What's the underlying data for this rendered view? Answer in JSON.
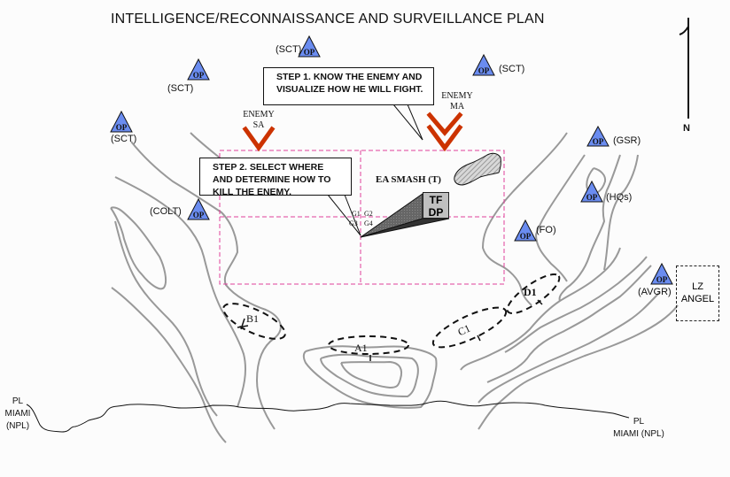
{
  "title": "INTELLIGENCE/RECONNAISSANCE AND SURVEILLANCE PLAN",
  "north_arrow": {
    "label": "N"
  },
  "colors": {
    "op_fill": "#6a8cf0",
    "enemy_chevron": "#cc3300",
    "phase_line": "#d81b8f",
    "terrain": "#999999",
    "tf_dp_fill": "#c0c0c0"
  },
  "observation_posts": [
    {
      "symbol": "OP",
      "label": "(SCT)",
      "position": "top-center"
    },
    {
      "symbol": "OP",
      "label": "(SCT)",
      "position": "upper-left"
    },
    {
      "symbol": "OP",
      "label": "(SCT)",
      "position": "far-left"
    },
    {
      "symbol": "OP",
      "label": "(SCT)",
      "position": "upper-right"
    },
    {
      "symbol": "OP",
      "label": "(GSR)",
      "position": "right"
    },
    {
      "symbol": "OP",
      "label": "(HQs)",
      "position": "right"
    },
    {
      "symbol": "OP",
      "label": "(FO)",
      "position": "right-center"
    },
    {
      "symbol": "OP",
      "label": "(COLT)",
      "position": "left"
    },
    {
      "symbol": "OP",
      "label": "(AVGR)",
      "position": "far-right"
    }
  ],
  "callouts": {
    "step1": "STEP 1.  KNOW THE ENEMY AND VISUALIZE HOW HE WILL FIGHT.",
    "step2": "STEP 2.  SELECT WHERE AND DETERMINE HOW TO KILL THE ENEMY."
  },
  "enemy": {
    "sa_line1": "ENEMY",
    "sa_line2": "SA",
    "ma_line1": "ENEMY",
    "ma_line2": "MA"
  },
  "engagement_area": {
    "label": "EA SMASH (T)",
    "grids": [
      "G1",
      "G2",
      "G3",
      "G4"
    ]
  },
  "tf_dp": {
    "line1": "TF",
    "line2": "DP"
  },
  "battle_positions": [
    "A1",
    "B1",
    "C1",
    "D1"
  ],
  "landing_zone": {
    "line1": "LZ",
    "line2": "ANGEL"
  },
  "phase_line": {
    "left_l1": "PL",
    "left_l2": "MIAMI",
    "left_l3": "(NPL)",
    "right_l1": "PL",
    "right_l2": "MIAMI (NPL)"
  }
}
